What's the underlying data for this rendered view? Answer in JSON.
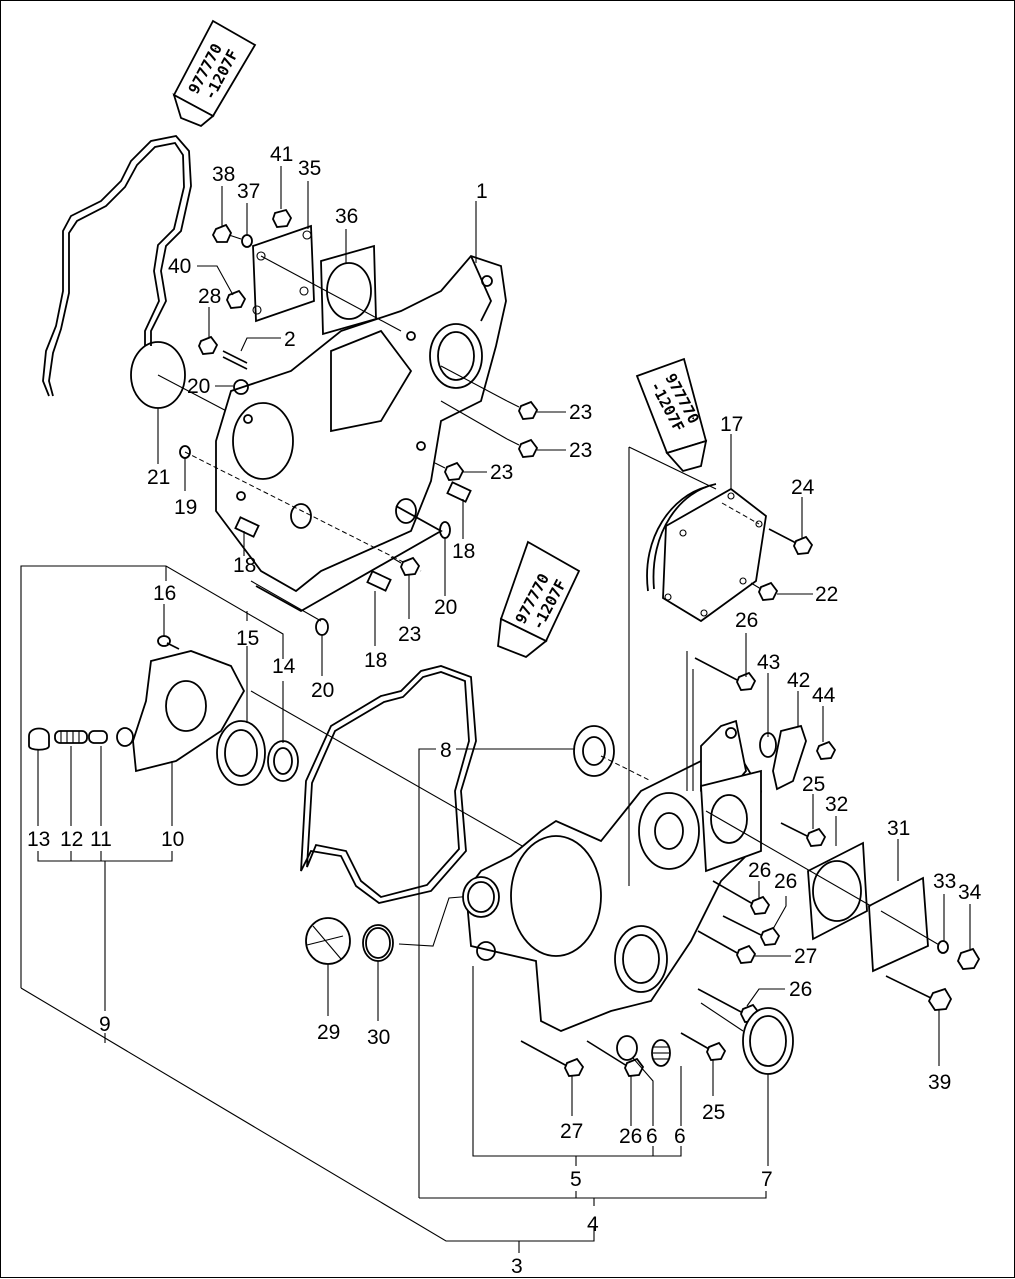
{
  "diagram": {
    "title": "Gear case / front cover exploded parts diagram",
    "sealant_tube": {
      "line1": "977770",
      "line2": "-1207F"
    },
    "callouts": {
      "c1": "1",
      "c2": "2",
      "c3": "3",
      "c4": "4",
      "c5": "5",
      "c6a": "6",
      "c6b": "6",
      "c7": "7",
      "c8": "8",
      "c9": "9",
      "c10": "10",
      "c11": "11",
      "c12": "12",
      "c13": "13",
      "c14": "14",
      "c15": "15",
      "c16": "16",
      "c17": "17",
      "c18a": "18",
      "c18b": "18",
      "c18c": "18",
      "c19": "19",
      "c20a": "20",
      "c20b": "20",
      "c20c": "20",
      "c21": "21",
      "c22": "22",
      "c23a": "23",
      "c23b": "23",
      "c23c": "23",
      "c23d": "23",
      "c24": "24",
      "c25a": "25",
      "c25b": "25",
      "c26a": "26",
      "c26b": "26",
      "c26c": "26",
      "c26d": "26",
      "c26e": "26",
      "c27a": "27",
      "c27b": "27",
      "c28": "28",
      "c29": "29",
      "c30": "30",
      "c31": "31",
      "c32": "32",
      "c33": "33",
      "c34": "34",
      "c35": "35",
      "c36": "36",
      "c37": "37",
      "c38": "38",
      "c39": "39",
      "c40": "40",
      "c41": "41",
      "c42": "42",
      "c43": "43",
      "c44": "44"
    }
  }
}
